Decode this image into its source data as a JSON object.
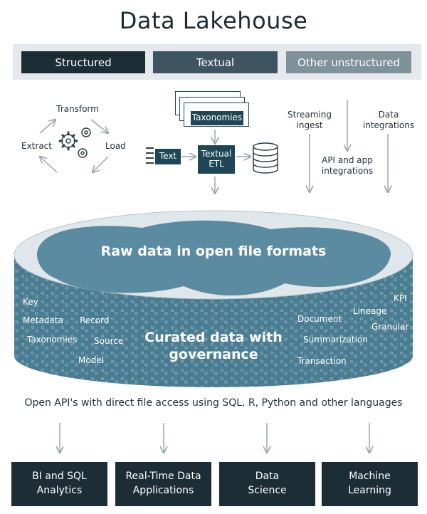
{
  "title": "Data Lakehouse",
  "data_types": [
    "Structured",
    "Textual",
    "Other unstructured"
  ],
  "etl": {
    "transform": "Transform",
    "extract": "Extract",
    "load": "Load"
  },
  "textual": {
    "taxonomies": "Taxonomies",
    "text": "Text",
    "textual_etl": "Textual\nETL"
  },
  "ingest": {
    "streaming": "Streaming\ningest",
    "api_app": "API and app\nintegrations",
    "data_integrations": "Data\nintegrations"
  },
  "raw_layer": "Raw data in open file formats",
  "curated_layer": "Curated data with\ngovernance",
  "metadata_left": [
    "Key",
    "Metadata",
    "Record",
    "Taxonomies",
    "Source",
    "Model"
  ],
  "metadata_right": [
    "KPI",
    "Lineage",
    "Document",
    "Granular",
    "Summarization",
    "Transaction"
  ],
  "api_text": "Open API's with direct file access using SQL, R, Python and other languages",
  "consumers": [
    "BI and SQL\nAnalytics",
    "Real-Time Data\nApplications",
    "Data\nScience",
    "Machine\nLearning"
  ],
  "colors": {
    "dark": "#1c2d36",
    "mid": "#3e5561",
    "light": "#7f9299",
    "teal": "#4a7c92",
    "teal_light": "#6a99ae",
    "rim": "#dfe7ea",
    "arrow": "#9aa8ae"
  }
}
